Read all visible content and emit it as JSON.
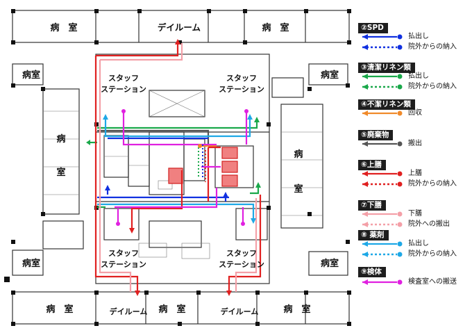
{
  "rooms": {
    "byoshitsu_spaced": "病　室",
    "byoshitsu": "病室",
    "byo": "病",
    "shitsu": "室",
    "dayroom_top": "デイルーム",
    "dayroom_bottom": "デイルーム",
    "staff_station_line1": "スタッフ",
    "staff_station_line2": "ステーション"
  },
  "legend": [
    {
      "title": "②SPD",
      "rows": [
        {
          "label": "払出し",
          "color": "#1030e0",
          "style": "solid"
        },
        {
          "label": "院外からの納入",
          "color": "#1030e0",
          "style": "dotted"
        }
      ]
    },
    {
      "title": "③清潔リネン類",
      "rows": [
        {
          "label": "払出し",
          "color": "#1aa84a",
          "style": "solid"
        },
        {
          "label": "院外からの納入",
          "color": "#1aa84a",
          "style": "dotted"
        }
      ]
    },
    {
      "title": "④不潔リネン類",
      "rows": [
        {
          "label": "回収",
          "color": "#f08a2a",
          "style": "solid"
        }
      ]
    },
    {
      "title": "⑤廃棄物",
      "rows": [
        {
          "label": "搬出",
          "color": "#555555",
          "style": "solid"
        }
      ]
    },
    {
      "title": "⑥上膳",
      "rows": [
        {
          "label": "上膳",
          "color": "#e02020",
          "style": "solid"
        },
        {
          "label": "院外からの納入",
          "color": "#e02020",
          "style": "dotted"
        }
      ]
    },
    {
      "title": "⑦下膳",
      "rows": [
        {
          "label": "下膳",
          "color": "#f4a0a8",
          "style": "solid"
        },
        {
          "label": "院外への搬出",
          "color": "#f4a0a8",
          "style": "dotted"
        }
      ]
    },
    {
      "title": "⑧ 薬剤",
      "rows": [
        {
          "label": "払出し",
          "color": "#1ea8e6",
          "style": "solid"
        },
        {
          "label": "院外からの納入",
          "color": "#1ea8e6",
          "style": "dotted"
        }
      ]
    },
    {
      "title": "⑨検体",
      "rows": [
        {
          "label": "検査室への搬送",
          "color": "#e020e0",
          "style": "solid"
        }
      ]
    }
  ]
}
